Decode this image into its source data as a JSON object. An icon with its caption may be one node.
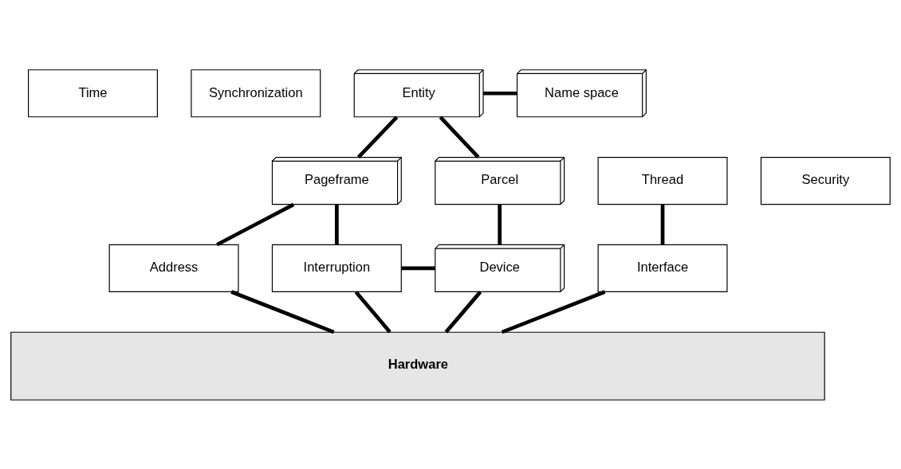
{
  "diagram": {
    "nodes": [
      {
        "text": [
          "Time"
        ]
      },
      {
        "text": [
          "Synchronization"
        ]
      },
      {
        "text": [
          "Entity"
        ]
      },
      {
        "text": [
          "Name space"
        ]
      },
      {
        "text": [
          "Security"
        ]
      },
      {
        "text": [
          "Pageframe"
        ]
      },
      {
        "text": [
          "Parcel"
        ]
      },
      {
        "text": [
          "Thread"
        ]
      },
      {
        "text": [
          "Address"
        ]
      },
      {
        "text": [
          "Interruption"
        ]
      },
      {
        "text": [
          "Device"
        ]
      },
      {
        "text": [
          "Interface"
        ]
      },
      {
        "text": [
          "Hardware"
        ]
      }
    ],
    "edges": [
      {
        "from": 2,
        "to": 3,
        "arrow": "none"
      },
      {
        "from": 2,
        "to": 5,
        "arrow": "none"
      },
      {
        "from": 2,
        "to": 6,
        "arrow": "none"
      },
      {
        "from": 5,
        "to": 8,
        "arrow": "none"
      },
      {
        "from": 5,
        "to": 9,
        "arrow": "none"
      },
      {
        "from": 6,
        "to": 10,
        "arrow": "none"
      },
      {
        "from": 7,
        "to": 11,
        "arrow": "none"
      },
      {
        "from": 9,
        "to": 10,
        "arrow": "none"
      },
      {
        "from": 8,
        "to": 12,
        "arrow": "none"
      },
      {
        "from": 9,
        "to": 12,
        "arrow": "none"
      },
      {
        "from": 10,
        "to": 12,
        "arrow": "none"
      },
      {
        "from": 11,
        "to": 12,
        "arrow": "none"
      }
    ]
  }
}
